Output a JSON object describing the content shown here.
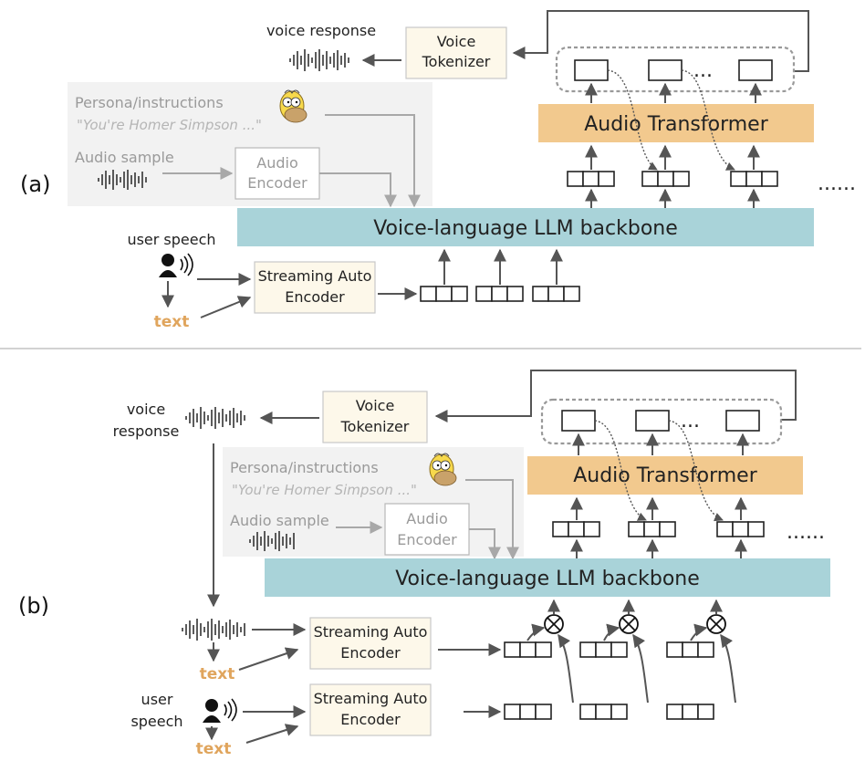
{
  "panels": {
    "a": {
      "label": "(a)",
      "voice_response": "voice response",
      "voice_tokenizer": [
        "Voice",
        "Tokenizer"
      ],
      "audio_transformer": "Audio Transformer",
      "persona": "Persona/instructions",
      "persona_quote": "\"You're Homer Simpson ...\"",
      "audio_sample": "Audio sample",
      "audio_encoder": [
        "Audio",
        "Encoder"
      ],
      "llm": "Voice-language LLM backbone",
      "user_speech": "user speech",
      "text": "text",
      "streaming_encoder": [
        "Streaming Auto",
        "Encoder"
      ],
      "ellipsis_small": "...",
      "ellipsis_right": "......"
    },
    "b": {
      "label": "(b)",
      "voice_response": [
        "voice",
        "response"
      ],
      "voice_tokenizer": [
        "Voice",
        "Tokenizer"
      ],
      "audio_transformer": "Audio Transformer",
      "persona": "Persona/instructions",
      "persona_quote": "\"You're Homer Simpson ...\"",
      "audio_sample": "Audio sample",
      "audio_encoder": [
        "Audio",
        "Encoder"
      ],
      "llm": "Voice-language LLM backbone",
      "text_top": "text",
      "streaming_encoder_top": [
        "Streaming Auto",
        "Encoder"
      ],
      "user_speech": [
        "user",
        "speech"
      ],
      "text_bottom": "text",
      "streaming_encoder_bottom": [
        "Streaming Auto",
        "Encoder"
      ],
      "ellipsis_small": "...",
      "ellipsis_right": "......"
    }
  },
  "colors": {
    "llm_box": "#a9d3d9",
    "audio_transformer_box": "#f2c98e",
    "text_label": "#e0a55d",
    "cream_box": "#fdf8ea"
  },
  "icons": [
    "waveform-icon",
    "user-speaking-icon",
    "homer-avatar-icon",
    "multiply-icon"
  ]
}
